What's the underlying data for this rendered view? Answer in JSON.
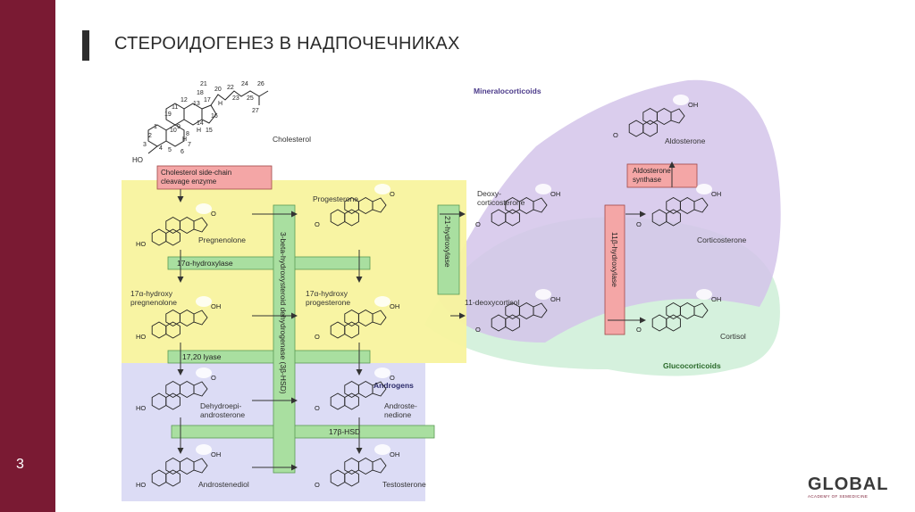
{
  "slide": {
    "title": "СТЕРОИДОГЕНЕЗ В НАДПОЧЕЧНИКАХ",
    "number": "3"
  },
  "logo": {
    "name": "GLOBAL",
    "tagline": "ACADEMY OF SEMEDICINE"
  },
  "diagram": {
    "regions": {
      "mineralocorticoids": "Mineralocorticoids",
      "glucocorticoids": "Glucocorticoids",
      "androgens": "Androgens"
    },
    "cholesterol": {
      "name": "Cholesterol",
      "hydroxyl": "HO",
      "atom_numbers": [
        "1",
        "2",
        "3",
        "4",
        "5",
        "6",
        "7",
        "8",
        "9",
        "10",
        "11",
        "12",
        "13",
        "14",
        "15",
        "16",
        "17",
        "18",
        "19",
        "20",
        "21",
        "22",
        "23",
        "24",
        "25",
        "26",
        "27"
      ],
      "h_labels": [
        "H",
        "H",
        "H"
      ]
    },
    "enzymes": {
      "scc": "Cholesterol side-chain cleavage enzyme",
      "aldo": "Aldosterone synthase",
      "hydroxylase17": "17α-hydroxylase",
      "lyase": "17,20 lyase",
      "hsd17": "17β-HSD",
      "hsd3": "3-beta-hydroxysteroid dehydrogenase (3β-HSD)",
      "hydroxylase21": "21-hydroxylase",
      "hydroxylase11": "11β-hydroxylase"
    },
    "compounds": {
      "pregnenolone": "Pregnenolone",
      "progesterone": "Progesterone",
      "deoxycorticosterone": "Deoxy-\ncorticosterone",
      "corticosterone": "Corticosterone",
      "aldosterone": "Aldosterone",
      "oh_pregnenolone": "17α-hydroxy\npregnenolone",
      "oh_progesterone": "17α-hydroxy\nprogesterone",
      "deoxycortisol": "11-deoxycortisol",
      "cortisol": "Cortisol",
      "dhea": "Dehydroepi-\nandrosterone",
      "androstenedione": "Androste-\nnedione",
      "androstenediol": "Androstenediol",
      "testosterone": "Testosterone"
    },
    "group_labels": {
      "ho": "HO",
      "o": "O",
      "oh": "OH"
    }
  }
}
